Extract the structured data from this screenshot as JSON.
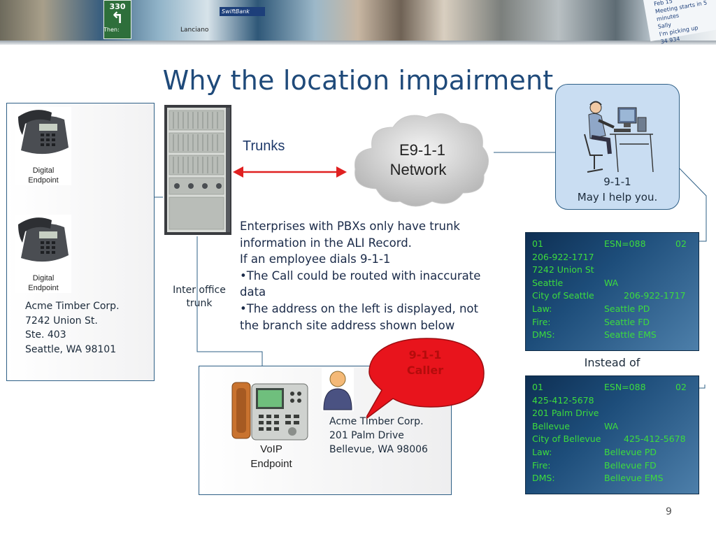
{
  "slide": {
    "title": "Why the location impairment",
    "page_number": "9"
  },
  "banner": {
    "sign_number": "330",
    "sign_arrow": "↰",
    "sign_then": "Then:",
    "map_label": "Lanciano",
    "swift_label": "SwiftBank",
    "phone_lines": [
      "Feb 15",
      "Meeting starts in 5 minutes",
      "Sally",
      "I'm picking up",
      "34 934"
    ]
  },
  "left_site": {
    "phone1_caption": [
      "Digital",
      "Endpoint"
    ],
    "phone2_caption": [
      "Digital",
      "Endpoint"
    ],
    "address": "Acme Timber Corp.\n7242 Union St.\nSte. 403\nSeattle, WA 98101"
  },
  "trunks_label": "Trunks",
  "network_label": [
    "E9-1-1",
    "Network"
  ],
  "operator": {
    "caption_line1": "9-1-1",
    "caption_line2": "May I help you."
  },
  "body_text": [
    "Enterprises with PBXs only have trunk",
    "information in the ALI Record.",
    "If an employee dials 9-1-1",
    "•The Call could be routed with inaccurate",
    "data",
    "•The address on the left is displayed, not",
    "the branch site address shown below"
  ],
  "inter_office": [
    "Inter office",
    "trunk"
  ],
  "ali_top": {
    "r1": [
      "01",
      "ESN=088",
      "02"
    ],
    "phone": "206-922-1717",
    "street": "7242 Union St",
    "city_state": [
      "Seattle",
      "WA"
    ],
    "city_of": [
      "City of Seattle",
      "206-922-1717"
    ],
    "law": [
      "Law:",
      "Seattle PD"
    ],
    "fire": [
      "Fire:",
      "Seattle FD"
    ],
    "dms": [
      "DMS:",
      "Seattle EMS"
    ]
  },
  "instead_of": "Instead of",
  "ali_bottom": {
    "r1": [
      "01",
      "ESN=088",
      "02"
    ],
    "phone": "425-412-5678",
    "street": "201 Palm Drive",
    "city_state": [
      "Bellevue",
      "WA"
    ],
    "city_of": [
      "City of Bellevue",
      "425-412-5678"
    ],
    "law": [
      "Law:",
      "Bellevue PD"
    ],
    "fire": [
      "Fire:",
      "Bellevue FD"
    ],
    "dms": [
      "DMS:",
      "Bellevue EMS"
    ]
  },
  "branch_site": {
    "voip_caption": [
      "VoIP",
      "Endpoint"
    ],
    "address": "Acme Timber Corp.\n201 Palm Drive\nBellevue, WA 98006"
  },
  "callout": [
    "9-1-1",
    "Caller"
  ],
  "colors": {
    "title": "#1f4a7a",
    "arrow": "#e02020",
    "callout_fill": "#e8141c",
    "callout_text": "#b40c0c",
    "ali_text": "#3ddc3d",
    "connector": "#2e5f86"
  }
}
